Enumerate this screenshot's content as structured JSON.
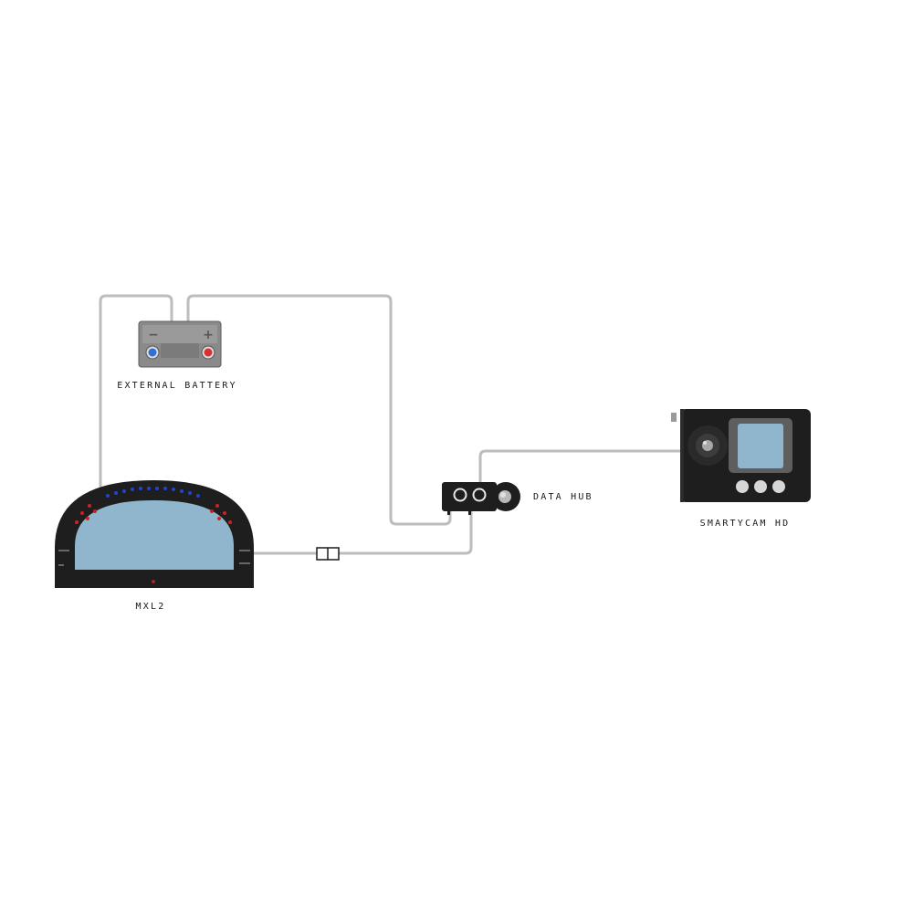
{
  "devices": {
    "battery": {
      "label": "EXTERNAL BATTERY",
      "minus": "−",
      "plus": "+"
    },
    "hub": {
      "label": "DATA HUB"
    },
    "camera": {
      "label": "SMARTYCAM HD"
    },
    "dash": {
      "label": "MXL2"
    }
  },
  "colors": {
    "wire": "#bdbdbd",
    "battery_body": "#8a8a8a",
    "terminal_negative": "#2f6fd8",
    "terminal_positive": "#d8322f",
    "screen": "#8fb6cc",
    "device_body": "#1e1e1e",
    "rpm_led": "#2244cc",
    "warn_led": "#cc2222"
  }
}
